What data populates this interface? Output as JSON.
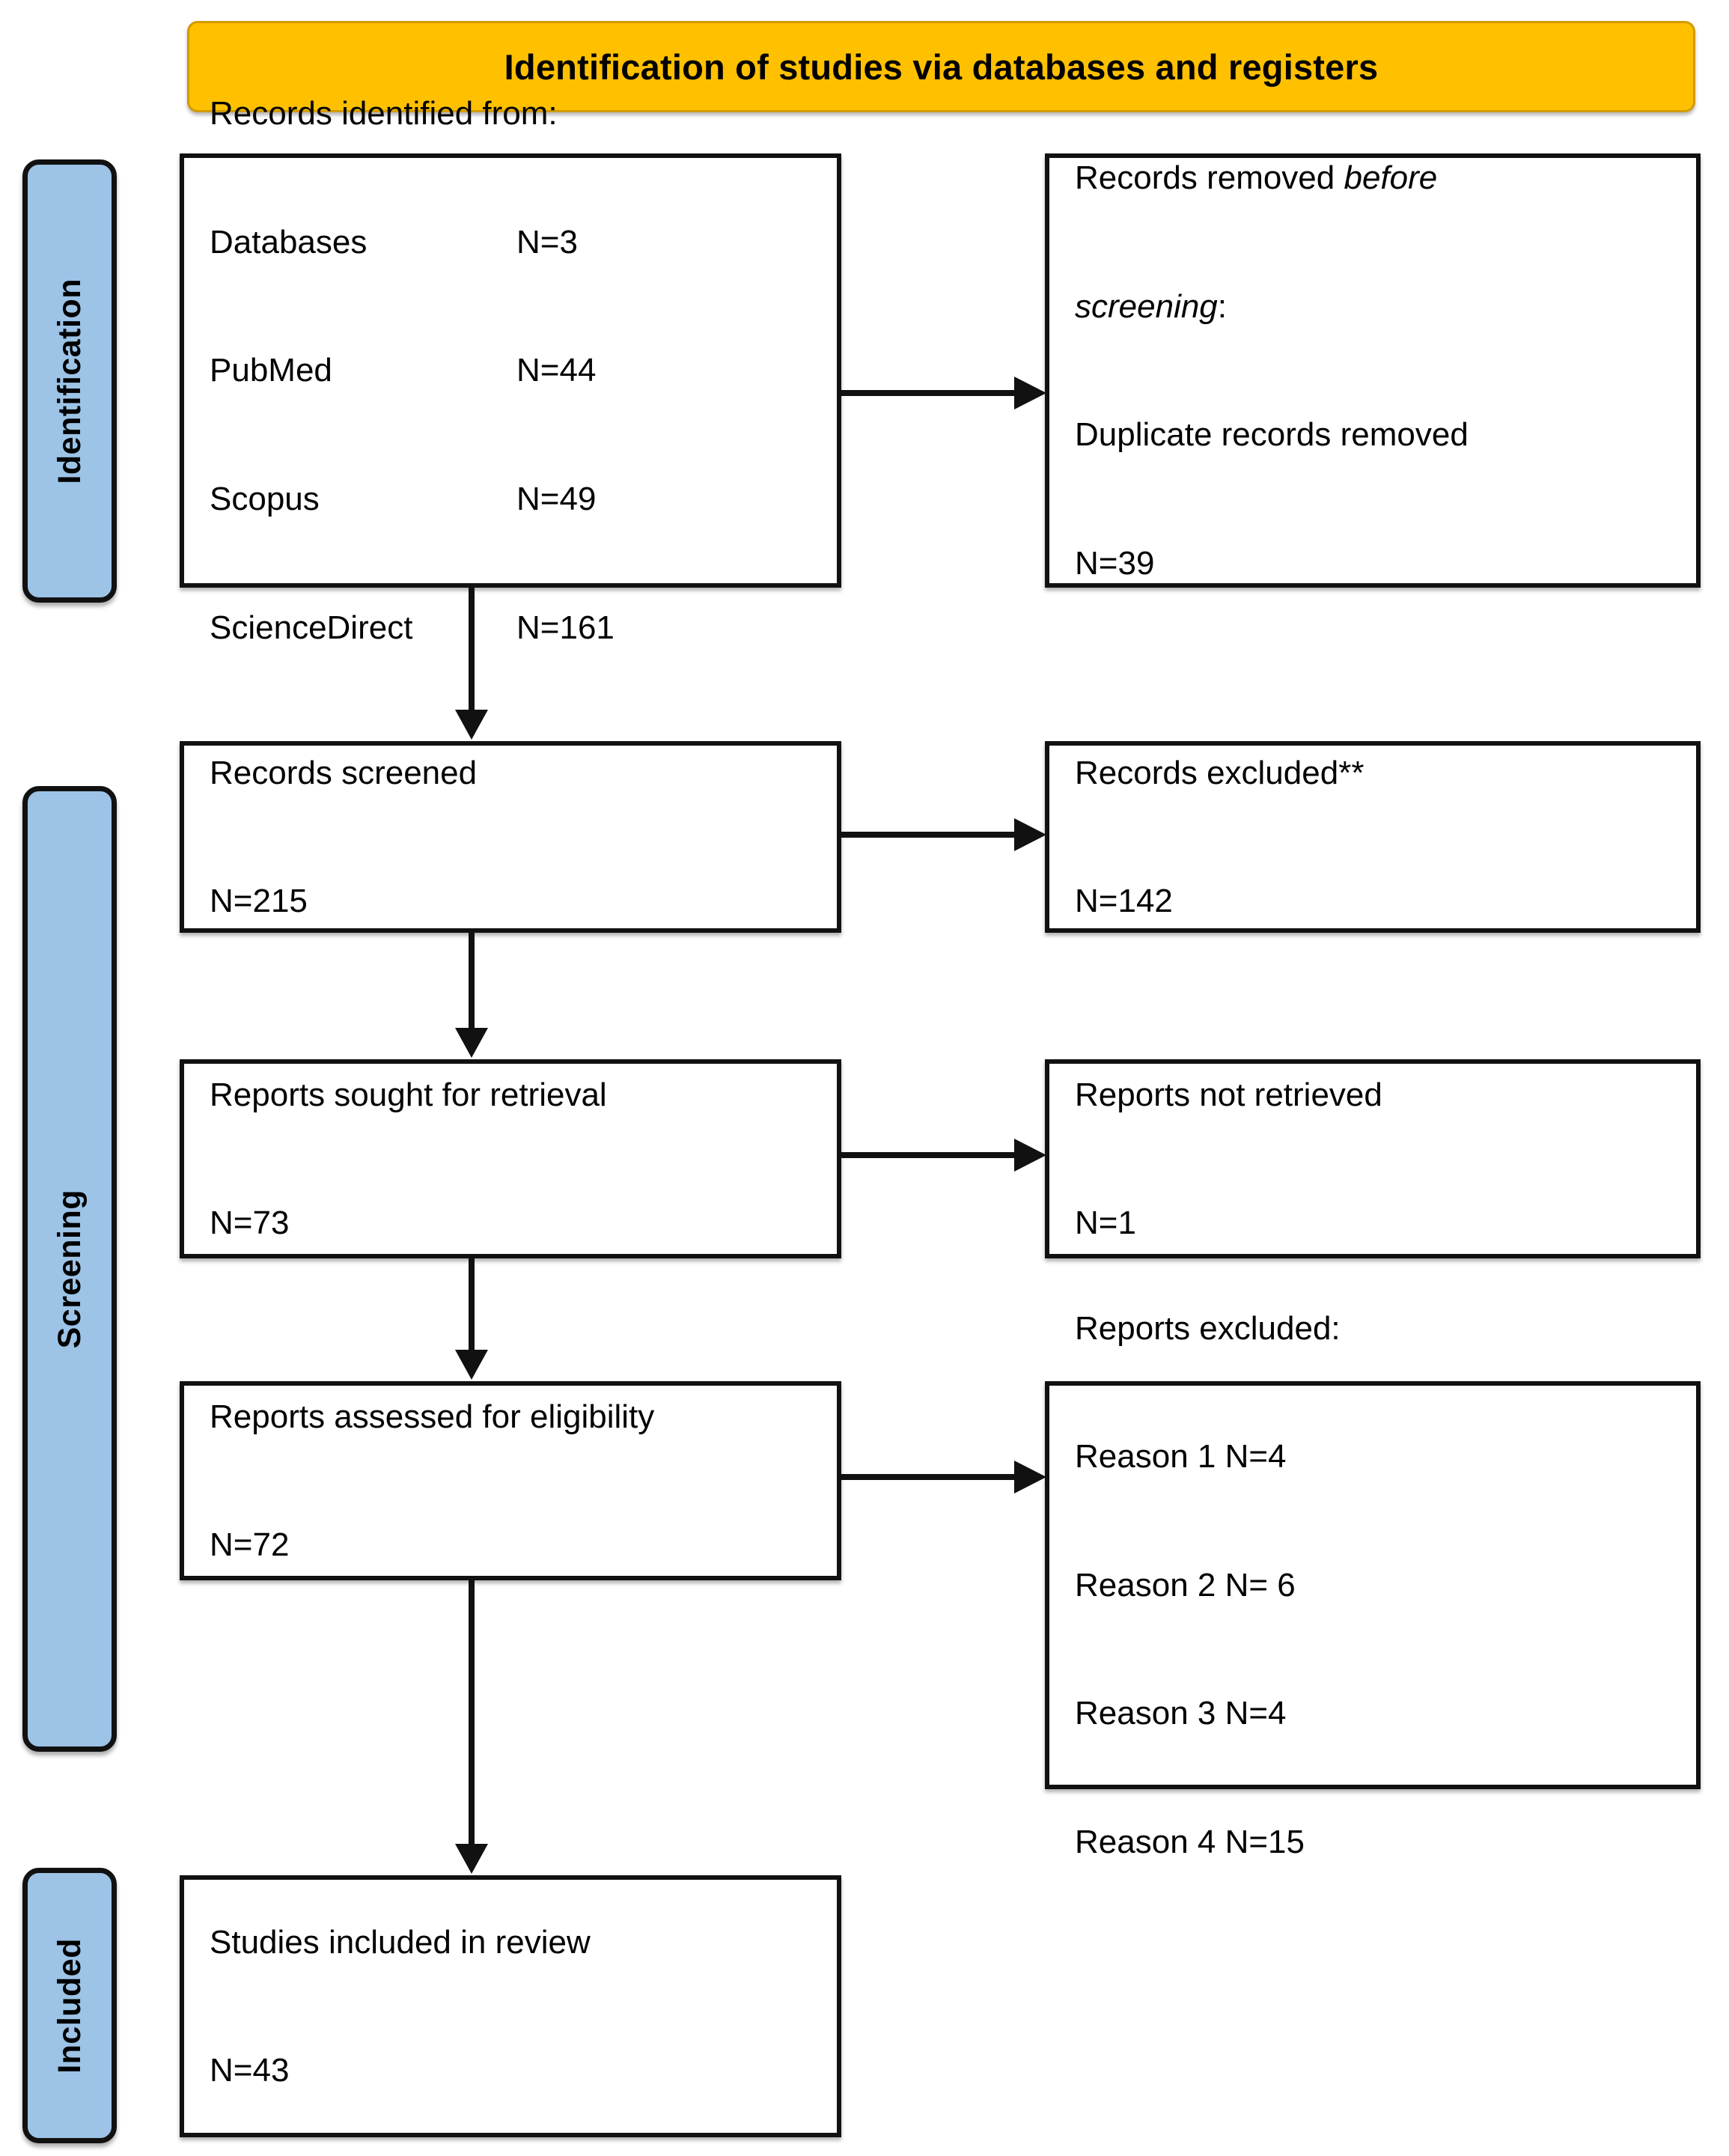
{
  "banner": {
    "title": "Identification of studies via databases and registers",
    "color": "#ffc000"
  },
  "stages": {
    "identification": "Identification",
    "screening": "Screening",
    "included": "Included",
    "color": "#9dc3e6"
  },
  "boxes": {
    "records_identified": {
      "heading": "Records identified from:",
      "rows": [
        {
          "name": "Databases",
          "count": "N=3"
        },
        {
          "name": "PubMed",
          "count": "N=44"
        },
        {
          "name": "Scopus",
          "count": "N=49"
        },
        {
          "name": "ScienceDirect",
          "count": "N=161"
        }
      ]
    },
    "records_removed": {
      "line1_plain": "Records removed ",
      "line1_italic": "before",
      "line2_italic": "screening",
      "line2_plain": ":",
      "line3": "Duplicate records removed",
      "line4": "N=39"
    },
    "records_screened": {
      "label": "Records screened",
      "count": "N=215"
    },
    "records_excluded": {
      "label": "Records excluded**",
      "count": "N=142"
    },
    "reports_sought": {
      "label": "Reports sought for retrieval",
      "count": "N=73"
    },
    "reports_not_retrieved": {
      "label": "Reports not retrieved",
      "count": "N=1"
    },
    "reports_assessed": {
      "label": "Reports assessed for eligibility",
      "count": "N=72"
    },
    "reports_excluded": {
      "heading": "Reports excluded:",
      "reasons": [
        "Reason 1 N=4",
        "Reason 2 N= 6",
        "Reason 3 N=4",
        "Reason 4 N=15"
      ]
    },
    "studies_included": {
      "label": "Studies included in review",
      "count": "N=43"
    }
  }
}
